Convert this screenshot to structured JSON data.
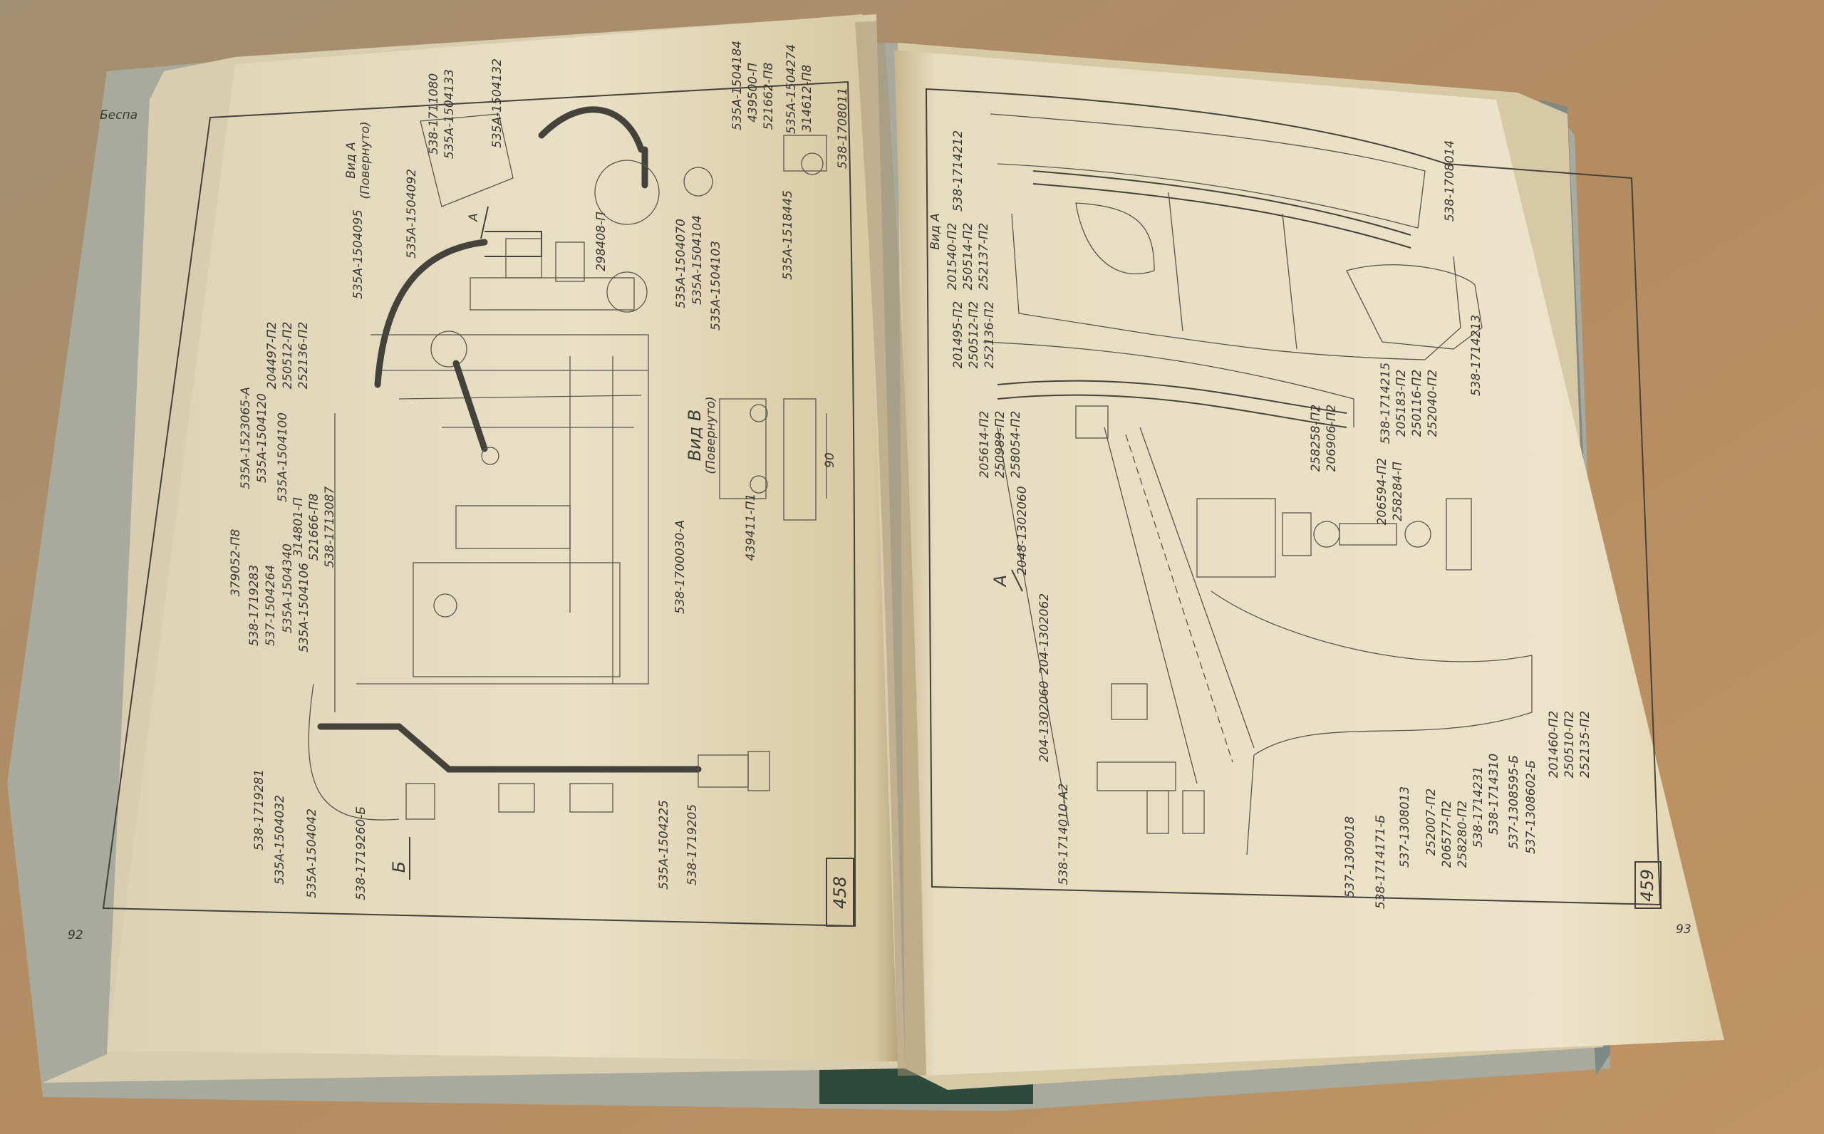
{
  "spine_label": "Беспа",
  "left_page": {
    "corner_page_number": "92",
    "sheet_number": "458",
    "drawing_code": "538-1708011",
    "view_a": {
      "title": "Вид А",
      "subtitle": "(Повернуто)",
      "arrow": "А"
    },
    "view_b": {
      "title": "Вид В",
      "subtitle": "(Повернуто)",
      "arrow": "Б",
      "dimension": "90"
    },
    "labels": [
      "538-1711080",
      "535A-1504133",
      "535A-1504132",
      "535A-1504092",
      "535A-1504184",
      "439500-П",
      "521662-П8",
      "535A-1504274",
      "314612-П8",
      "535A-1518445",
      "535A-1504095",
      "298408-П",
      "535A-1504070",
      "535A-1504104",
      "535A-1504103",
      "204497-П2",
      "250512-П2",
      "252136-П2",
      "535A-1523065-А",
      "535A-1504120",
      "535A-1504100",
      "314801-П",
      "521666-П8",
      "538-1713087",
      "439411-П1",
      "379052-П8",
      "538-1719283",
      "537-1504264",
      "535A-1504340",
      "535A-1504106",
      "538-1700030-А",
      "538-1719281",
      "535A-1504032",
      "535A-1504042",
      "538-1719260-Б",
      "535A-1504225",
      "538-1719205"
    ]
  },
  "right_page": {
    "corner_page_number": "93",
    "sheet_number": "459",
    "drawing_code": "538-1708014",
    "view_a": {
      "title": "Вид А",
      "arrow": "А"
    },
    "labels": [
      "538-1714212",
      "201540-П2",
      "250514-П2",
      "252137-П2",
      "201495-П2",
      "250512-П2",
      "252136-П2",
      "538-1714213",
      "205614-П2",
      "250989-П2",
      "258054-П2",
      "2048-1302060",
      "258258-П2",
      "206906-П2",
      "538-1714215",
      "205183-П2",
      "250116-П2",
      "252040-П2",
      "206594-П2",
      "258284-П",
      "204-1302062",
      "204-1302060",
      "538-1714010-А2",
      "537-1309018",
      "538-1714171-Б",
      "537-1308013",
      "252007-П2",
      "206577-П2",
      "258280-П2",
      "538-1714231",
      "538-1714310",
      "537-1308595-Б",
      "537-1308602-Б",
      "201460-П2",
      "250510-П2",
      "252135-П2"
    ]
  }
}
